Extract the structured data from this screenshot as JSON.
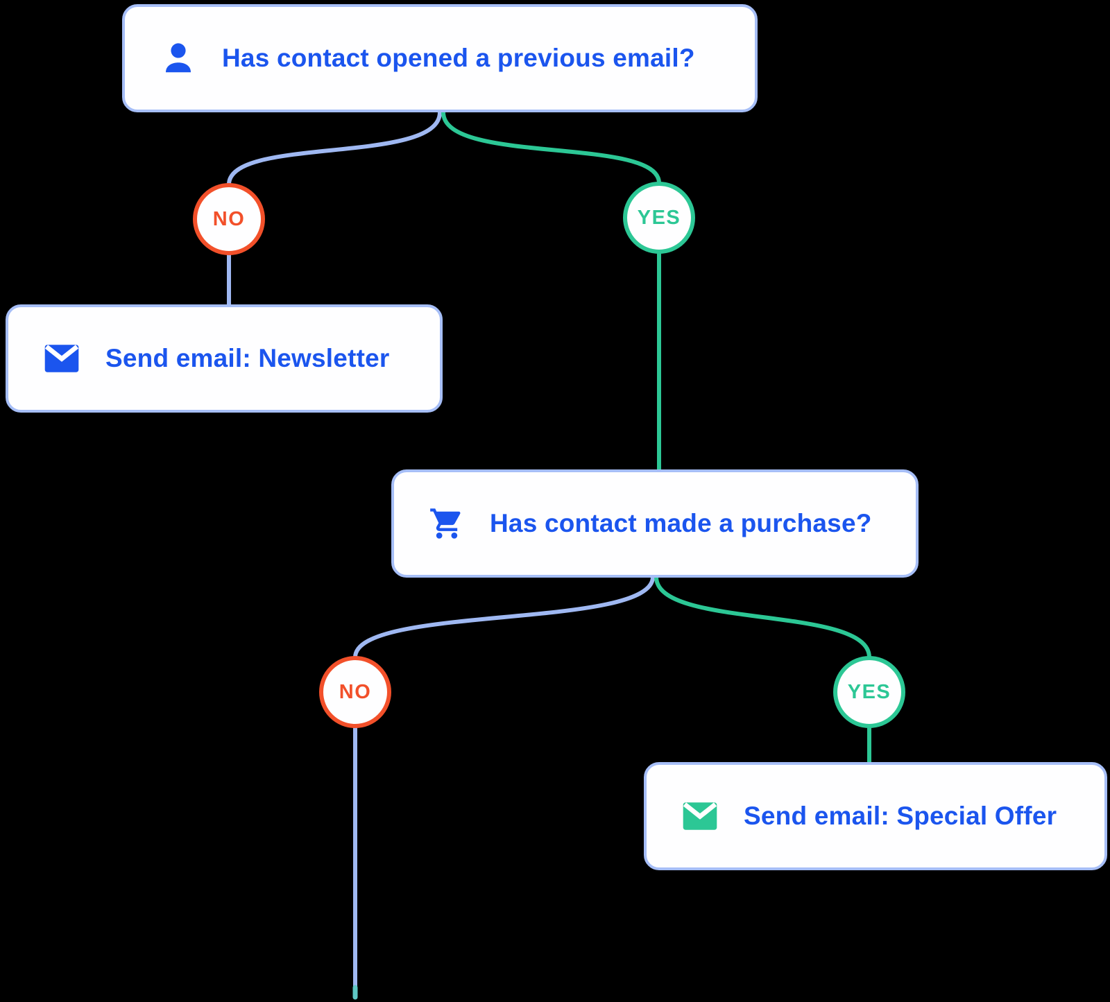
{
  "diagram": {
    "colors": {
      "background": "#000000",
      "node_bg": "#fefeff",
      "node_border": "#a6bef7",
      "blue": "#1b55ee",
      "orange": "#f2502a",
      "green": "#2cc795",
      "line_blue": "#9fb8f2",
      "line_green": "#2cc795",
      "tip_teal": "#5ec7c4"
    },
    "nodes": {
      "q1": {
        "label": "Has contact opened a previous email?",
        "icon": "person-icon"
      },
      "a1": {
        "label": "Send email: Newsletter",
        "icon": "email-icon"
      },
      "q2": {
        "label": "Has contact made a purchase?",
        "icon": "cart-icon"
      },
      "a2": {
        "label": "Send email: Special Offer",
        "icon": "email-icon"
      }
    },
    "branches": {
      "no": "NO",
      "yes": "YES"
    }
  }
}
